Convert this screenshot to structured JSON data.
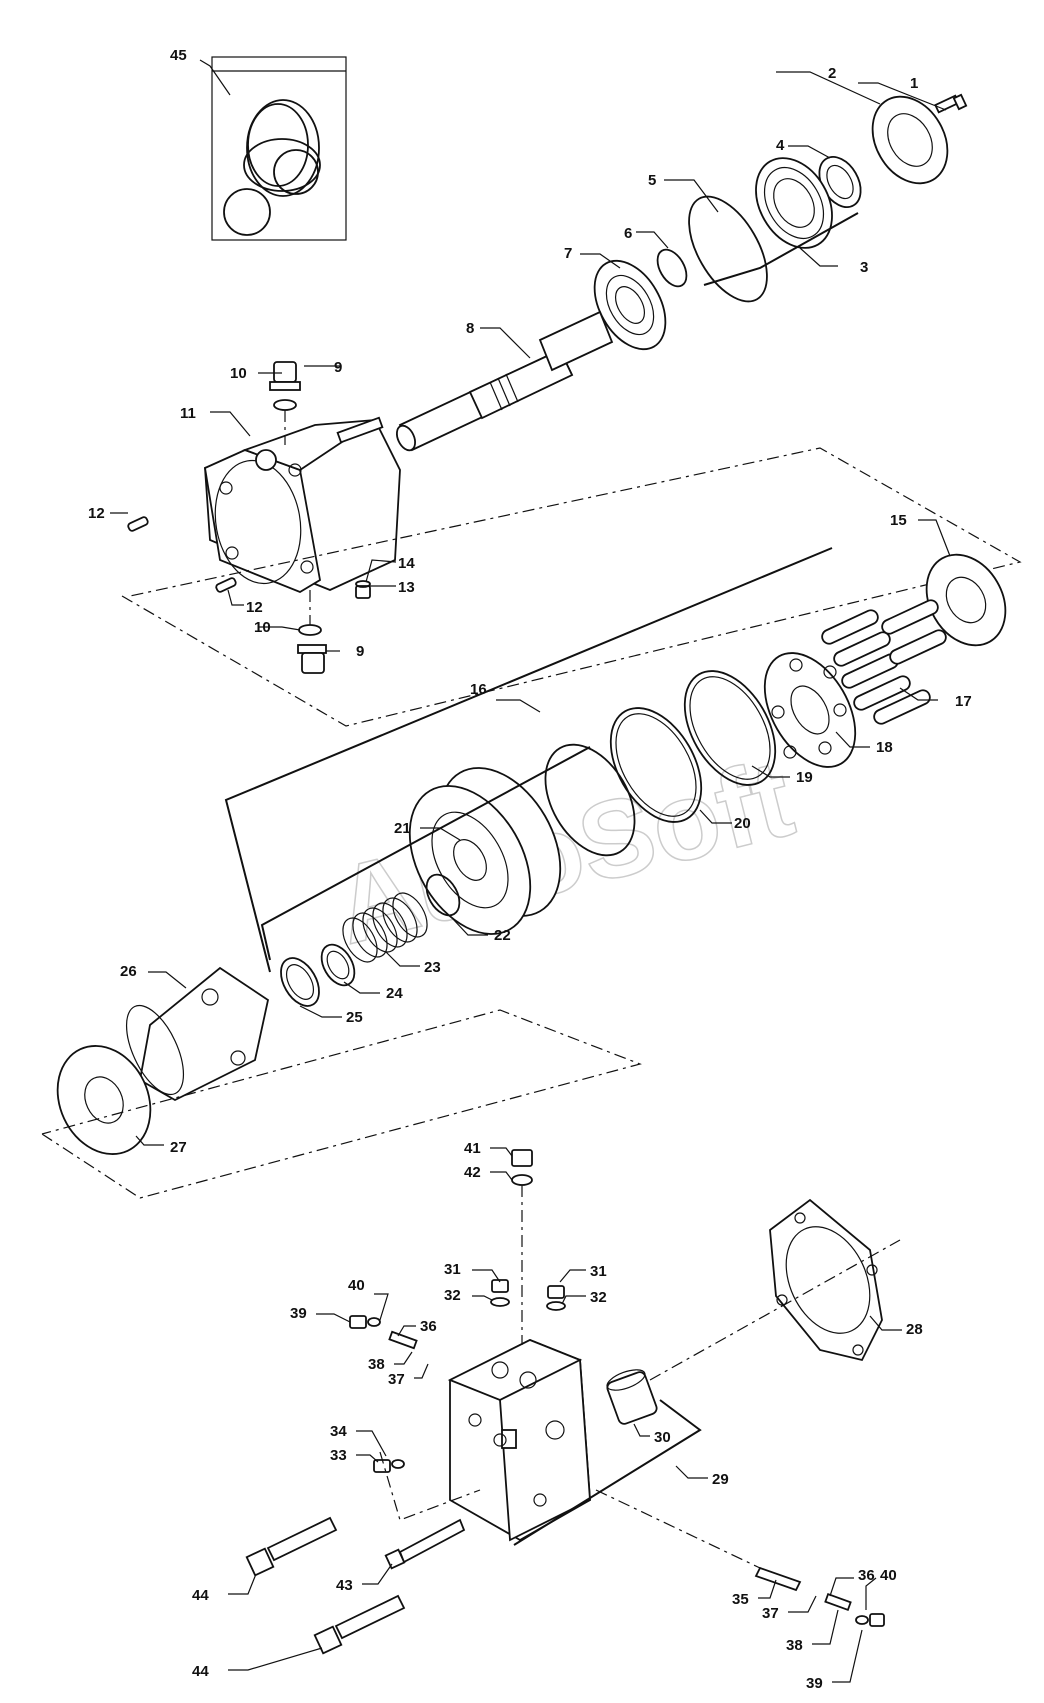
{
  "watermark": "AutoSoft",
  "callouts": [
    "1",
    "2",
    "3",
    "4",
    "5",
    "6",
    "7",
    "8",
    "9",
    "10",
    "11",
    "12",
    "13",
    "14",
    "15",
    "16",
    "17",
    "18",
    "19",
    "20",
    "21",
    "22",
    "23",
    "24",
    "25",
    "26",
    "27",
    "28",
    "29",
    "30",
    "31",
    "32",
    "33",
    "34",
    "35",
    "36",
    "37",
    "38",
    "39",
    "40",
    "41",
    "42",
    "43",
    "44",
    "45"
  ]
}
